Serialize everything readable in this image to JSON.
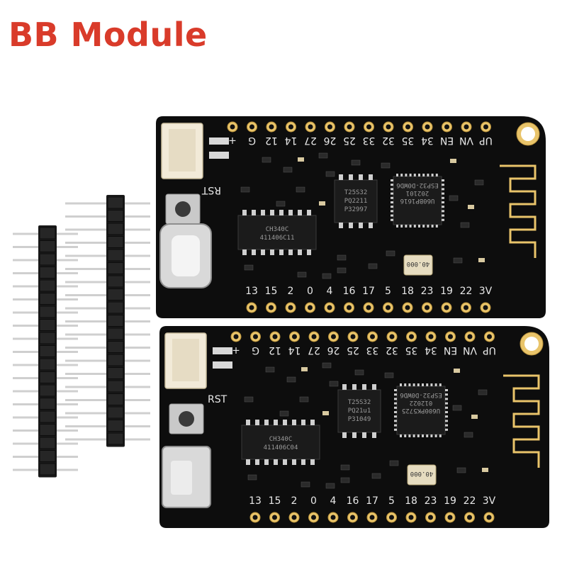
{
  "title": {
    "text": "BB Module",
    "color": "#d93b2a"
  },
  "boards": [
    {
      "top_pins": [
        "+",
        "G",
        "12",
        "14",
        "27",
        "26",
        "25",
        "33",
        "32",
        "35",
        "34",
        "EN",
        "VN",
        "UP"
      ],
      "bottom_pins": [
        "13",
        "15",
        "2",
        "0",
        "4",
        "16",
        "17",
        "5",
        "18",
        "23",
        "19",
        "22",
        "3V"
      ],
      "reset_label": "RST",
      "usb_type": "usb-c",
      "usb_chip_text": "CH340C",
      "usb_chip_code": "411406C11",
      "flash_text": [
        "T25S32",
        "PQ2211",
        "P32997"
      ],
      "crystal_text": "40.000",
      "mcu_text": [
        "ESP32-D0WD6",
        "202101",
        "U60BP1616"
      ]
    },
    {
      "top_pins": [
        "+",
        "G",
        "12",
        "14",
        "27",
        "26",
        "25",
        "33",
        "32",
        "35",
        "34",
        "EN",
        "VN",
        "UP"
      ],
      "bottom_pins": [
        "13",
        "15",
        "2",
        "0",
        "4",
        "16",
        "17",
        "5",
        "18",
        "23",
        "19",
        "22",
        "3V"
      ],
      "reset_label": "RST",
      "usb_type": "micro-usb",
      "usb_chip_text": "CH340C",
      "usb_chip_code": "411406C04",
      "flash_text": [
        "T25S32",
        "PQ21u1",
        "P31049"
      ],
      "crystal_text": "40.000",
      "mcu_text": [
        "ESP32-D0WD6",
        "012022",
        "U600PK5725"
      ]
    }
  ],
  "colors": {
    "pcb": "#0d0d0d",
    "pad_gold": "#e9c46a",
    "header_black": "#1a1a1a",
    "header_pin": "#cfcfcf"
  }
}
